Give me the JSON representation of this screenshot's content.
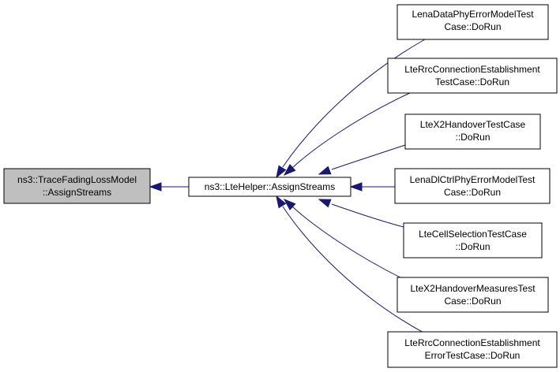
{
  "colors": {
    "edge": "#191970",
    "root_fill": "#bfbfbf",
    "node_fill": "#ffffff",
    "border": "#000000"
  },
  "nodes": {
    "root": {
      "lines": [
        "ns3::TraceFadingLossModel",
        "::AssignStreams"
      ],
      "highlighted": true
    },
    "helper": {
      "lines": [
        "ns3::LteHelper::AssignStreams"
      ]
    },
    "c1": {
      "lines": [
        "LenaDataPhyErrorModelTest",
        "Case::DoRun"
      ]
    },
    "c2": {
      "lines": [
        "LteRrcConnectionEstablishment",
        "TestCase::DoRun"
      ]
    },
    "c3": {
      "lines": [
        "LteX2HandoverTestCase",
        "::DoRun"
      ]
    },
    "c4": {
      "lines": [
        "LenaDlCtrlPhyErrorModelTest",
        "Case::DoRun"
      ]
    },
    "c5": {
      "lines": [
        "LteCellSelectionTestCase",
        "::DoRun"
      ]
    },
    "c6": {
      "lines": [
        "LteX2HandoverMeasuresTest",
        "Case::DoRun"
      ]
    },
    "c7": {
      "lines": [
        "LteRrcConnectionEstablishment",
        "ErrorTestCase::DoRun"
      ]
    }
  },
  "edges": [
    {
      "from": "helper",
      "to": "root"
    },
    {
      "from": "c1",
      "to": "helper"
    },
    {
      "from": "c2",
      "to": "helper"
    },
    {
      "from": "c3",
      "to": "helper"
    },
    {
      "from": "c4",
      "to": "helper"
    },
    {
      "from": "c5",
      "to": "helper"
    },
    {
      "from": "c6",
      "to": "helper"
    },
    {
      "from": "c7",
      "to": "helper"
    }
  ]
}
